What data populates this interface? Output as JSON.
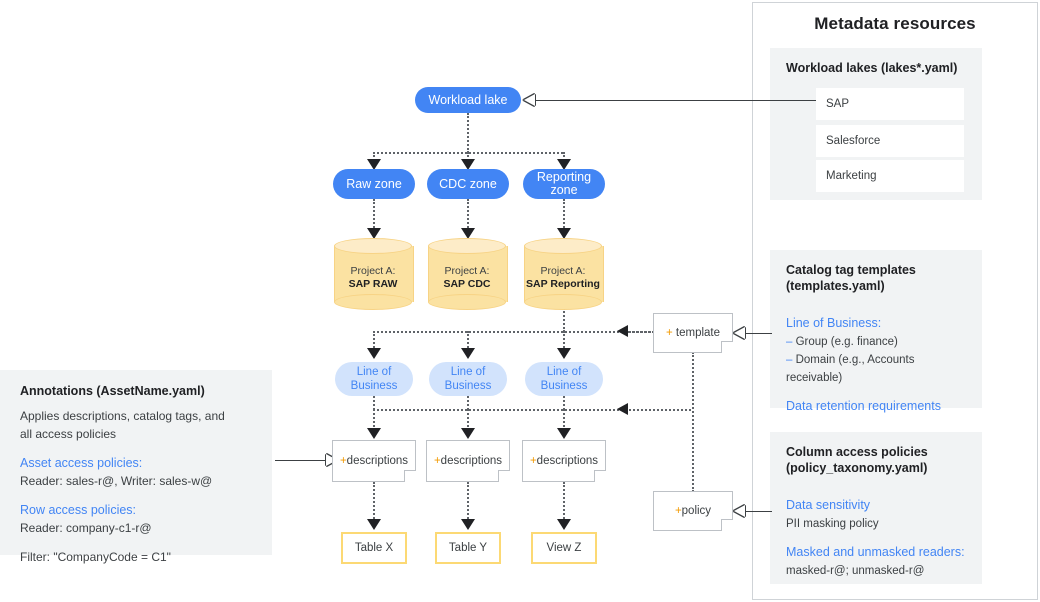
{
  "metadata_panel": {
    "title": "Metadata resources",
    "lakes_card": {
      "title": "Workload lakes (lakes*.yaml)",
      "items": [
        {
          "label": "SAP"
        },
        {
          "label": "Salesforce"
        },
        {
          "label": "Marketing"
        }
      ]
    },
    "templates_card": {
      "title_line1": "Catalog tag templates",
      "title_line2": "(templates.yaml)",
      "section1_head": "Line of Business:",
      "section1_bullets": [
        "Group (e.g. finance)",
        "Domain (e.g., Accounts receivable)"
      ],
      "section2_head": "Data retention requirements"
    },
    "policies_card": {
      "title_line1": "Column access policies",
      "title_line2": "(policy_taxonomy.yaml)",
      "section1_head": "Data sensitivity",
      "section1_value": "PII masking policy",
      "section2_head": "Masked and unmasked readers:",
      "section2_value": "masked-r@; unmasked-r@"
    }
  },
  "annotations_panel": {
    "title": "Annotations (AssetName.yaml)",
    "description_line1": "Applies descriptions, catalog tags, and",
    "description_line2": "all access policies",
    "asset_head": "Asset access policies:",
    "asset_value": "Reader: sales-r@, Writer: sales-w@",
    "row_head": "Row access policies:",
    "row_value": "Reader: company-c1-r@",
    "filter_value": "Filter: \"CompanyCode = C1\""
  },
  "flow": {
    "lake": {
      "label": "Workload lake"
    },
    "zones": [
      {
        "label": "Raw zone"
      },
      {
        "label": "CDC zone"
      },
      {
        "label": "Reporting zone"
      }
    ],
    "projects": [
      {
        "prefix": "Project A:",
        "name": "SAP RAW"
      },
      {
        "prefix": "Project A:",
        "name": "SAP CDC"
      },
      {
        "prefix": "Project A:",
        "name": "SAP Reporting"
      }
    ],
    "lob_nodes": [
      {
        "line1": "Line of",
        "line2": "Business"
      },
      {
        "line1": "Line of",
        "line2": "Business"
      },
      {
        "line1": "Line of",
        "line2": "Business"
      }
    ],
    "description_notes": [
      {
        "plus": "+",
        "label": "descriptions"
      },
      {
        "plus": "+",
        "label": "descriptions"
      },
      {
        "plus": "+",
        "label": "descriptions"
      }
    ],
    "assets": [
      {
        "label": "Table X"
      },
      {
        "label": "Table Y"
      },
      {
        "label": "View Z"
      }
    ],
    "template_note": {
      "plus": "+",
      "label": " template"
    },
    "policy_note": {
      "plus": "+",
      "label": "policy"
    }
  },
  "colors": {
    "blue": "#4285f4",
    "light_blue": "#d2e3fc",
    "amber": "#fbe2a2",
    "amber_border": "#fcd974",
    "panel_gray": "#f1f3f4",
    "plus_orange": "#f29900"
  }
}
